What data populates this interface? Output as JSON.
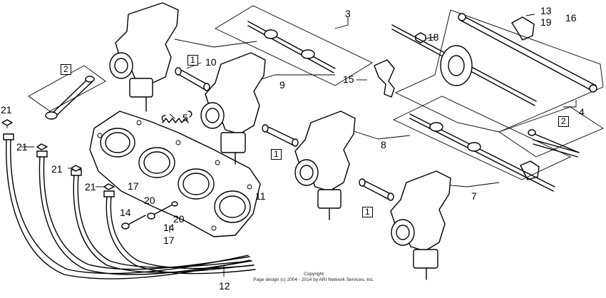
{
  "diagram": {
    "callouts": {
      "c1a": "1",
      "c1b": "1",
      "c1c": "1",
      "c2a": "2",
      "c2b": "2",
      "c3": "3",
      "c4": "4",
      "c5": "5",
      "c7": "7",
      "c8": "8",
      "c9": "9",
      "c10": "10",
      "c11": "11",
      "c12": "12",
      "c13": "13",
      "c14a": "14",
      "c14b": "14",
      "c15": "15",
      "c16": "16",
      "c17a": "17",
      "c17b": "17",
      "c18": "18",
      "c19": "19",
      "c20a": "20",
      "c20b": "20",
      "c21a": "21",
      "c21b": "21",
      "c21c": "21",
      "c21d": "21"
    },
    "copyright_line1": "Copyright",
    "copyright_line2": "Page design (c) 2004 - 2014 by ARI Network Services, Inc."
  }
}
